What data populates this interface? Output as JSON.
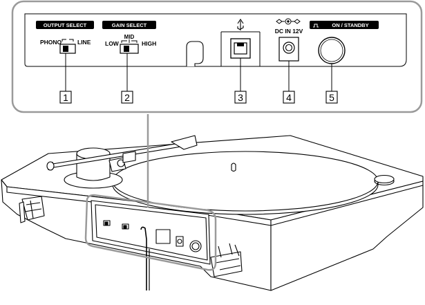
{
  "panel": {
    "output_select": {
      "title": "OUTPUT SELECT",
      "left": "PHONO",
      "right": "LINE"
    },
    "gain_select": {
      "title": "GAIN SELECT",
      "left": "LOW",
      "mid": "MID",
      "right": "HIGH"
    },
    "dc_in": "DC IN 12V",
    "power": "ON / STANDBY"
  },
  "callouts": [
    "1",
    "2",
    "3",
    "4",
    "5"
  ],
  "colors": {
    "ink": "#000000",
    "frame": "#9a9a9a",
    "paper": "#ffffff"
  },
  "icons": [
    "usb-icon",
    "dc-polarity-icon",
    "on-symbol-icon",
    "standby-symbol-icon"
  ]
}
